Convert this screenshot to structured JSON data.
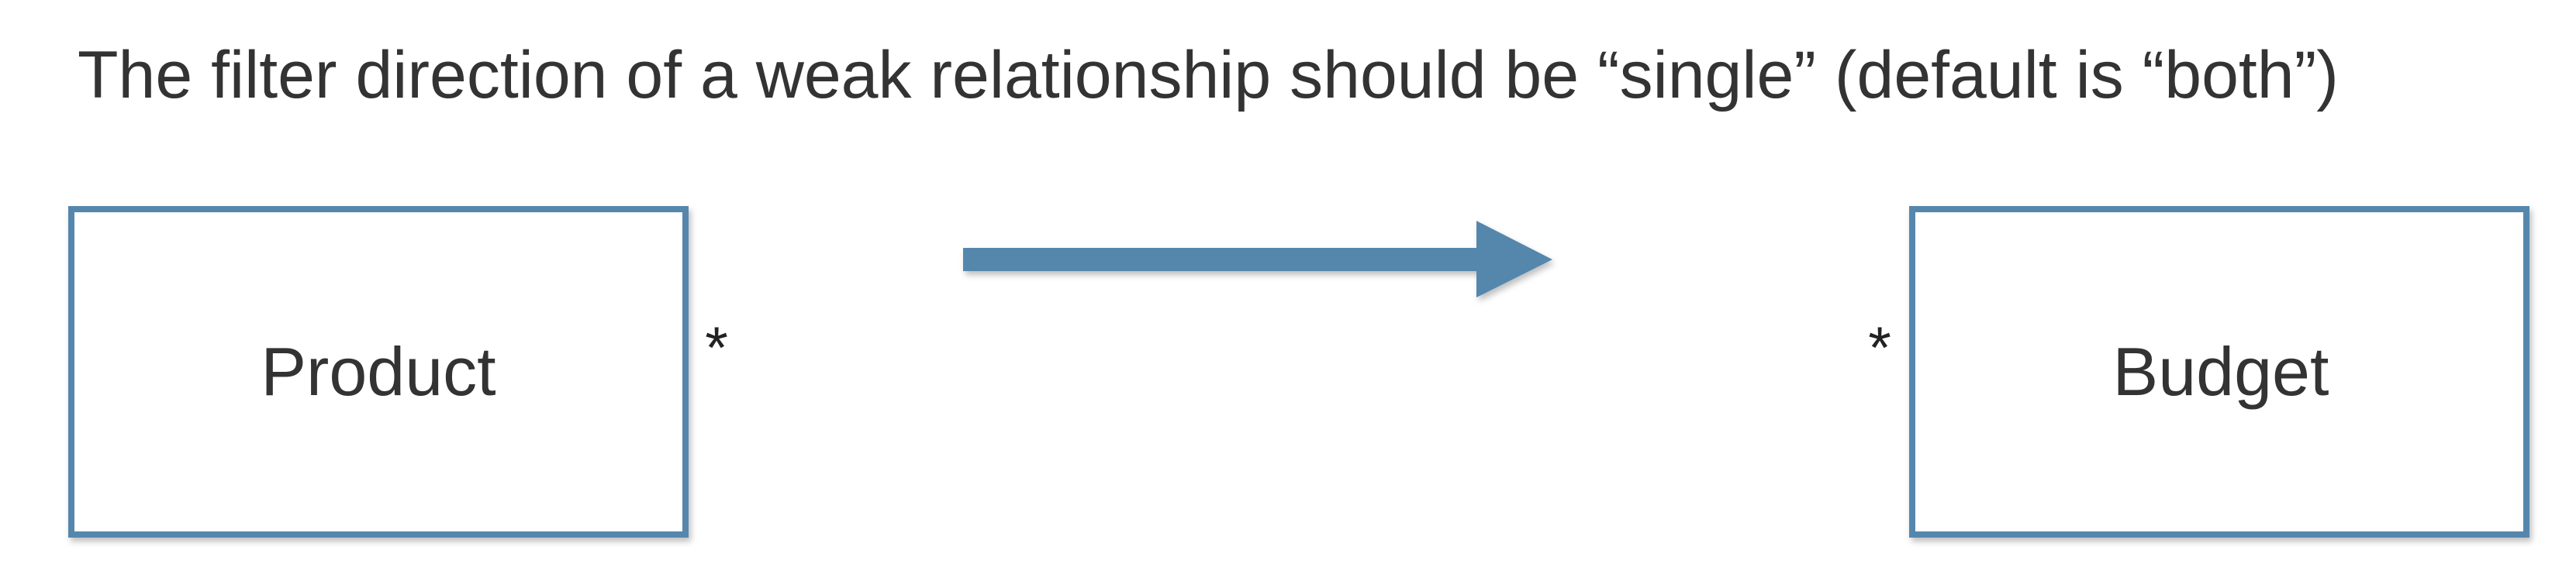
{
  "title": "The filter direction of a weak relationship should be “single” (default is “both”)",
  "entities": {
    "left": {
      "name": "Product"
    },
    "right": {
      "name": "Budget"
    }
  },
  "relationship": {
    "left_cardinality": "*",
    "right_cardinality": "*",
    "filter_direction_icon": "arrow-right-icon"
  },
  "colors": {
    "accent": "#5587AD",
    "text": "#333333"
  }
}
